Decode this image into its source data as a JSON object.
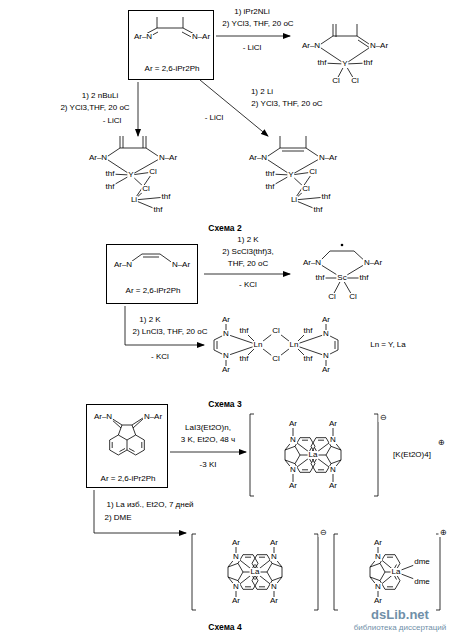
{
  "diagram": {
    "nodes": [
      {
        "text": [
          "Ar–N",
          "N–Ar",
          "Ar = 2,6-iPr2Ph"
        ]
      },
      {
        "text": [
          "Ar–N",
          "N–Ar",
          "Ar = 2,6-iPr2Ph"
        ]
      },
      {
        "text": [
          "Ar–N",
          "N–Ar",
          "Ar = 2,6-iPr2Ph"
        ]
      }
    ],
    "labels": [
      "1) iPr2NLi",
      "2) YCl3, THF, 20 oC",
      "- LiCl",
      "Ar–N",
      "N–Ar",
      "thf",
      "Y",
      "thf",
      "Cl",
      "Cl",
      "1) 2 nBuLi",
      "2) YCl3,THF, 20 oC",
      "- LiCl",
      "Ar–N",
      "N–Ar",
      "thf",
      "Y",
      "Cl",
      "thf",
      "Cl",
      "Li",
      "thf",
      "thf",
      "1) 2 Li",
      "2) YCl3, THF, 20 oC",
      "- LiCl",
      "Ar–N",
      "N–Ar",
      "thf",
      "Y",
      "Cl",
      "thf",
      "Cl",
      "Li",
      "thf",
      "thf",
      "Схема 2",
      "1) 2 K",
      "2) ScCl3(thf)3,",
      "THF, 20 oC",
      "- KCl",
      "Ar–N",
      "N–Ar",
      "thf",
      "Sc",
      "thf",
      "Cl",
      "Cl",
      "1) 2 K",
      "2) LnCl3, THF, 20 oC",
      "- KCl",
      "Ar",
      "N",
      "thf",
      "Ln",
      "thf",
      "N",
      "Ar",
      "Cl",
      "Cl",
      "thf",
      "Ln",
      "thf",
      "Ar",
      "N",
      "N",
      "Ar",
      "Ln = Y, La",
      "Схема 3",
      "LaI3(Et2O)n,",
      "3 K, Et2O, 48 ч",
      "-3 KI",
      "Ar",
      "N",
      "La",
      "N",
      "Ar",
      "Ar",
      "N",
      "N",
      "Ar",
      "⊖",
      "[K(Et2O)4]",
      "⊕",
      "1) La изб., Et2O, 7 дней",
      "2) DME",
      "Ar",
      "N",
      "La",
      "N",
      "Ar",
      "Ar",
      "N",
      "N",
      "Ar",
      "⊖",
      "Ar",
      "N",
      "La",
      "N",
      "Ar",
      "dme",
      "dme",
      "⊕",
      "Схема 4",
      "dsLib.net",
      "библиотека диссертаций"
    ]
  }
}
